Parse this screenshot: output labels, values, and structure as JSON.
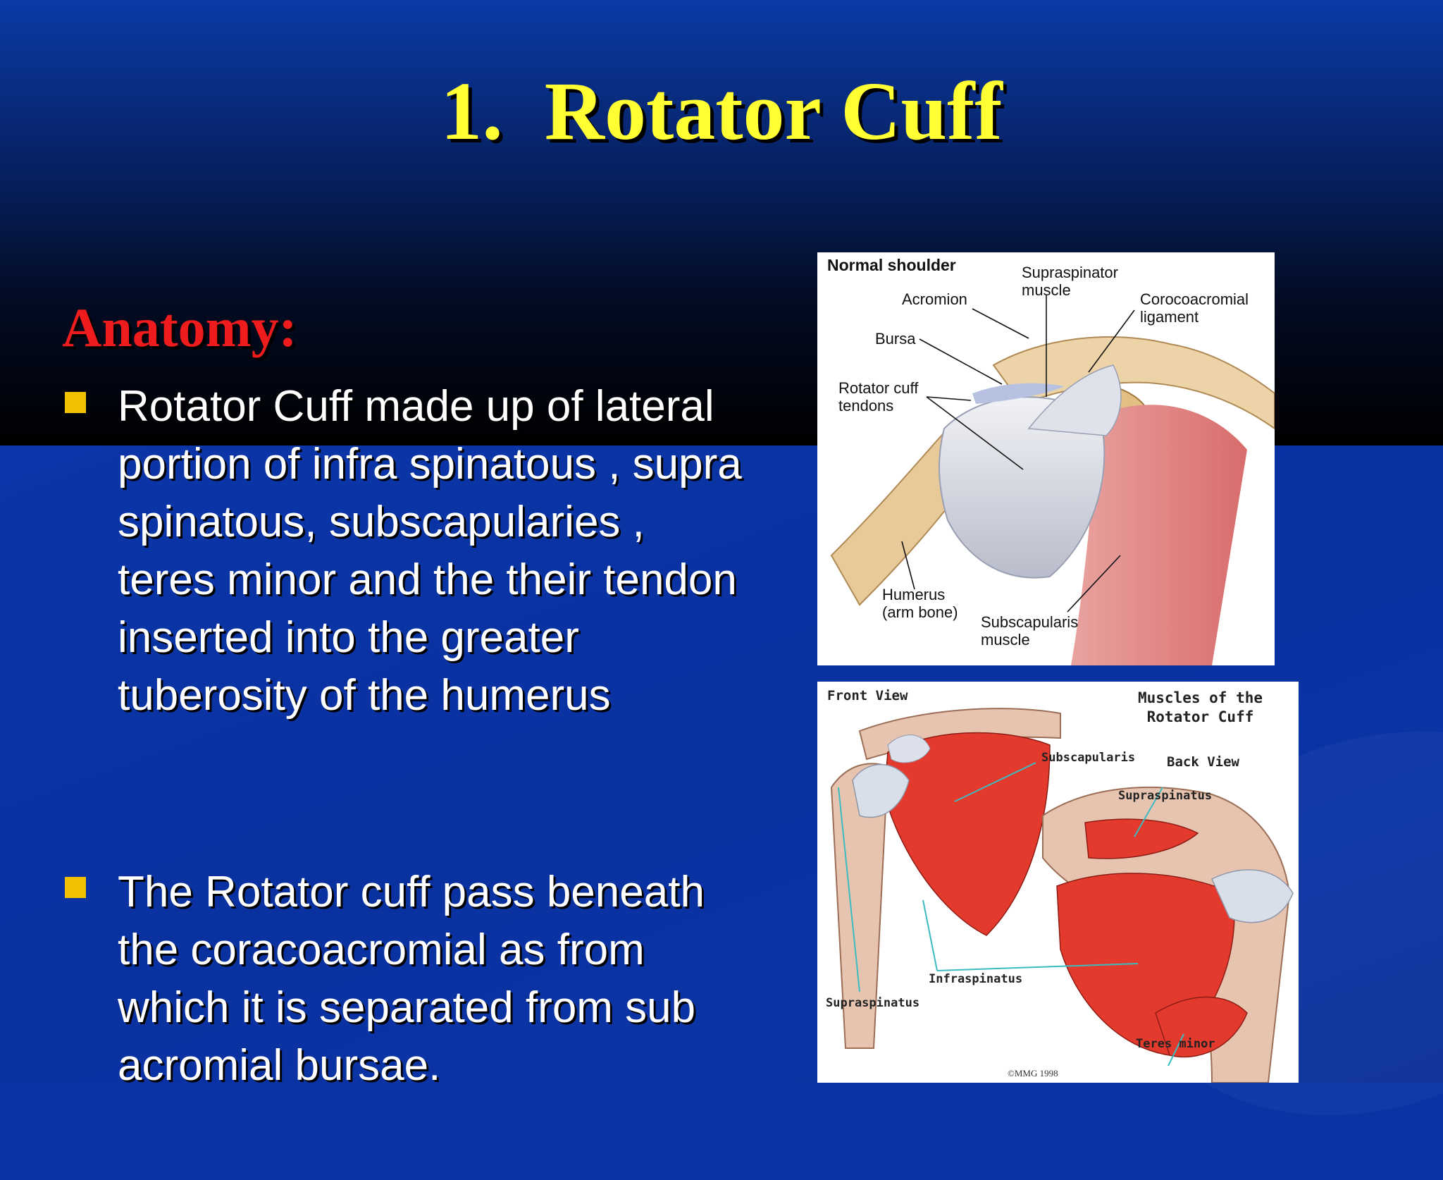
{
  "slide": {
    "title": "1.  Rotator Cuff",
    "heading": "Anatomy:",
    "bullets": [
      "Rotator Cuff made up of lateral portion of infra spinatous , supra spinatous, subscapularies , teres minor and the their tendon inserted into the greater tuberosity of the humerus",
      "The Rotator cuff pass beneath the coracoacromial as from which it is separated from sub acromial bursae."
    ]
  },
  "figure_top": {
    "caption": "Normal shoulder",
    "labels": {
      "acromion": "Acromion",
      "supraspinator": "Supraspinator\nmuscle",
      "corocoacromial": "Corocoacromial\nligament",
      "bursa": "Bursa",
      "rotator_tendons": "Rotator cuff\ntendons",
      "humerus": "Humerus\n(arm bone)",
      "subscapularis": "Subscapularis\nmuscle"
    }
  },
  "figure_bottom": {
    "front_view": "Front View",
    "title": "Muscles of the\n Rotator Cuff",
    "back_view": "Back View",
    "labels": {
      "subscapularis": "Subscapularis",
      "supraspinatus_back": "Supraspinatus",
      "infraspinatus": "Infraspinatus",
      "supraspinatus_front": "Supraspinatus",
      "teres_minor": "Teres minor"
    },
    "copyright": "©MMG 1998"
  }
}
